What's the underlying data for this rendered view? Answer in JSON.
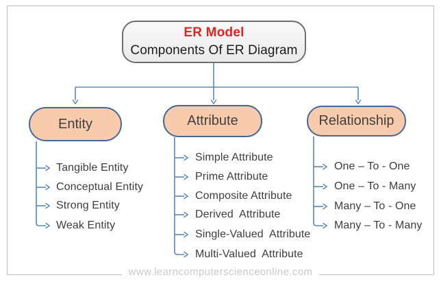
{
  "diagram": {
    "header": {
      "line1": "ER Model",
      "line2": "Components Of ER Diagram"
    },
    "branches": [
      {
        "label": "Entity",
        "items": [
          "Tangible Entity",
          "Conceptual Entity",
          "Strong Entity",
          "Weak Entity"
        ]
      },
      {
        "label": "Attribute",
        "items": [
          "Simple Attribute",
          "Prime Attribute",
          "Composite Attribute",
          "Derived  Attribute",
          "Single-Valued  Attribute",
          "Multi-Valued  Attribute"
        ]
      },
      {
        "label": "Relationship",
        "items": [
          "One – To - One",
          "One – To - Many",
          "Many – To - One",
          "Many – To - Many"
        ]
      }
    ],
    "footer": {
      "website": "www.learncomputerscienceonline.com"
    },
    "colors": {
      "accent_red": "#E02420",
      "connector_blue": "#5B87B8",
      "branch_fill": "#F8CBAD",
      "branch_border": "#44679A",
      "top_box_fill": "#F3F3F3",
      "top_box_border": "#6E6E6E",
      "text_dark": "#3F3F3F",
      "footer_gray": "#C9C9C9",
      "frame_gray": "#BCBCBC"
    }
  }
}
